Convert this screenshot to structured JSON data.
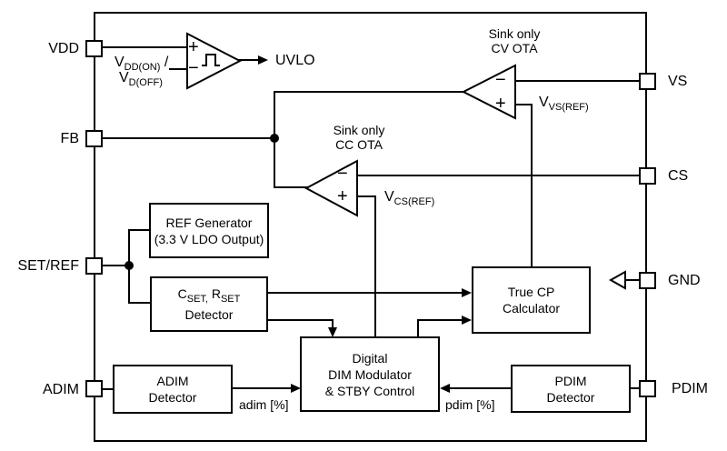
{
  "pins": {
    "left": [
      {
        "label": "VDD"
      },
      {
        "label": "FB"
      },
      {
        "label": "SET/REF"
      },
      {
        "label": "ADIM"
      }
    ],
    "right": [
      {
        "label": "VS"
      },
      {
        "label": "CS"
      },
      {
        "label": "GND"
      },
      {
        "label": "PDIM"
      }
    ]
  },
  "uvlo_comparator": {
    "plus": "+",
    "minus": "−",
    "threshold_line1": {
      "base": "V",
      "sub": "DD(ON)",
      "suffix": " /"
    },
    "threshold_line2": {
      "base": "V",
      "sub": "D(OFF)"
    },
    "output_label": "UVLO"
  },
  "cv_ota": {
    "caption1": "Sink only",
    "caption2": "CV OTA",
    "plus": "+",
    "minus": "−",
    "ref_label": {
      "base": "V",
      "sub": "VS(REF)"
    }
  },
  "cc_ota": {
    "caption1": "Sink only",
    "caption2": "CC OTA",
    "plus": "+",
    "minus": "−",
    "ref_label": {
      "base": "V",
      "sub": "CS(REF)"
    }
  },
  "blocks": {
    "ref_generator": {
      "line1": "REF Generator",
      "line2": "(3.3 V LDO Output)"
    },
    "set_detector": {
      "part1": "C",
      "part1_sub": "SET,",
      "part2": " R",
      "part2_sub": "SET",
      "line2": "Detector"
    },
    "true_cp": {
      "line1": "True CP",
      "line2": "Calculator"
    },
    "dim_modulator": {
      "line1": "Digital",
      "line2": "DIM Modulator",
      "line3": "& STBY Control"
    },
    "adim_detector": {
      "line1": "ADIM",
      "line2": "Detector"
    },
    "pdim_detector": {
      "line1": "PDIM",
      "line2": "Detector"
    }
  },
  "wire_labels": {
    "adim_pct": "adim [%]",
    "pdim_pct": "pdim [%]"
  },
  "colors": {
    "line": "#000000",
    "background": "#ffffff",
    "block_fill": "#ffffff"
  }
}
